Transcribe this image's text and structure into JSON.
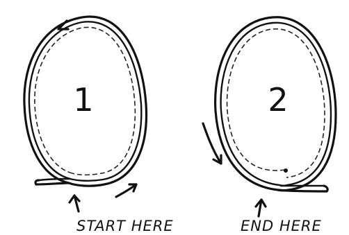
{
  "diagram": {
    "loop_1": {
      "number": "1"
    },
    "loop_2": {
      "number": "2"
    },
    "labels": {
      "start": "START HERE",
      "end": "END HERE"
    }
  }
}
